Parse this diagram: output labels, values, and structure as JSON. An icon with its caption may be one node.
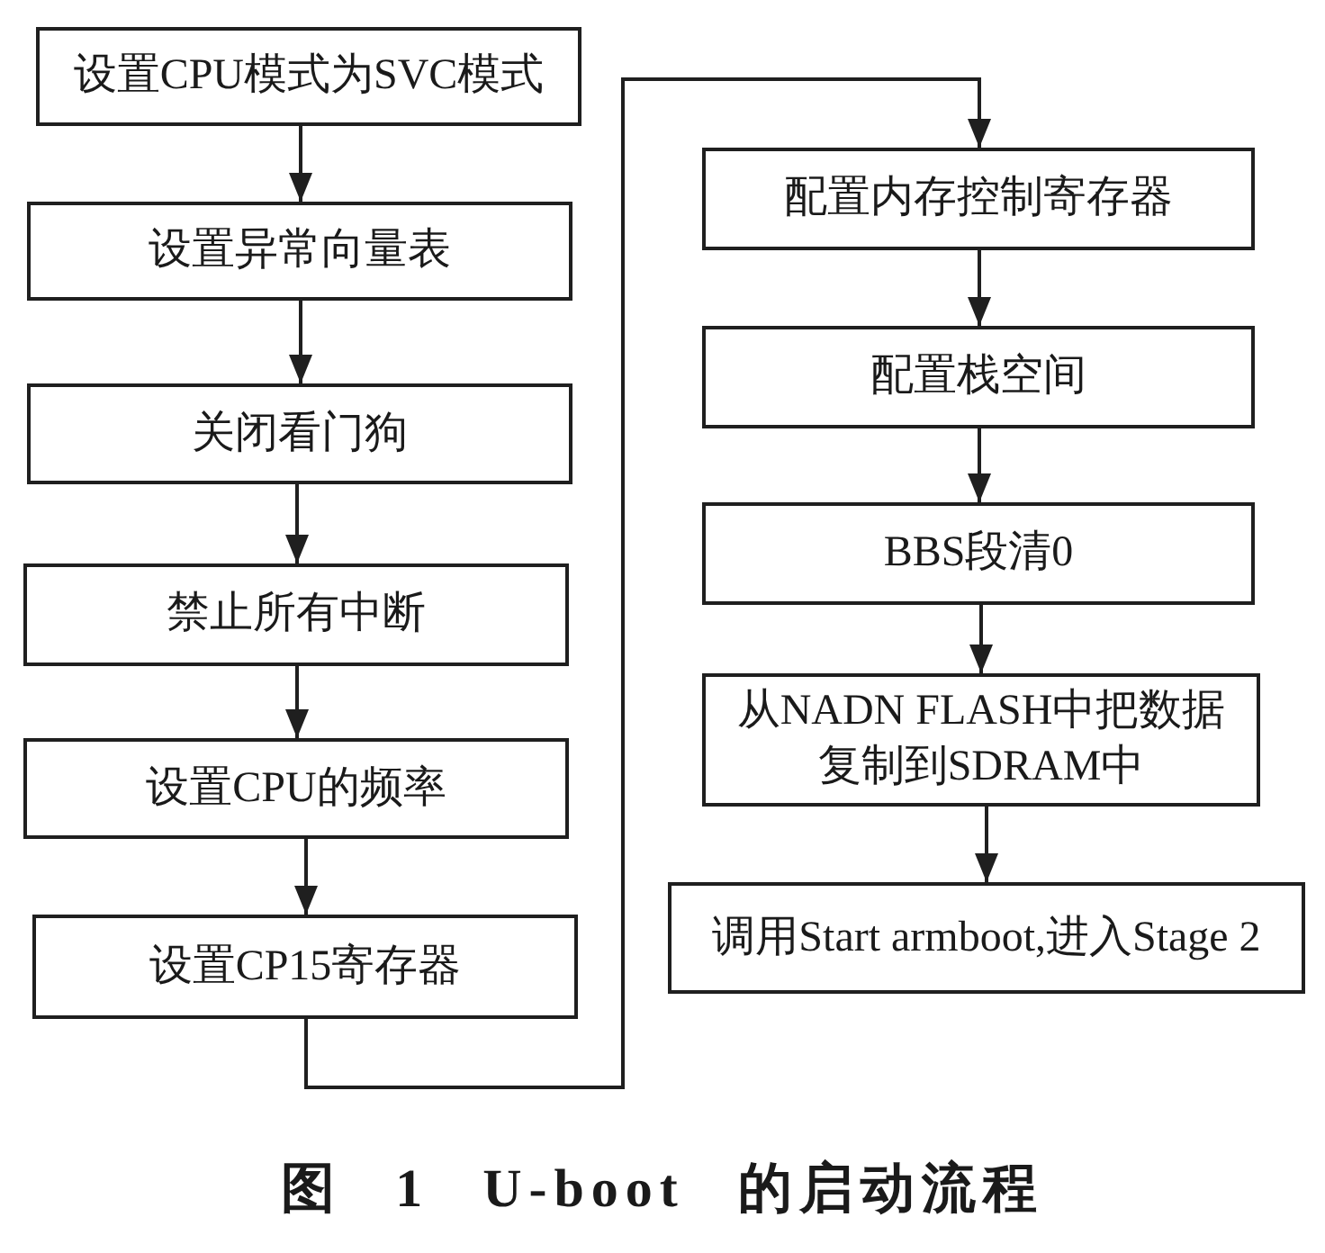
{
  "diagram": {
    "caption": "图 1 U-boot 的启动流程",
    "nodes": [
      {
        "text": [
          "设置CPU模式为SVC模式"
        ]
      },
      {
        "text": [
          "设置异常向量表"
        ]
      },
      {
        "text": [
          "关闭看门狗"
        ]
      },
      {
        "text": [
          "禁止所有中断"
        ]
      },
      {
        "text": [
          "设置CPU的频率"
        ]
      },
      {
        "text": [
          "设置CP15寄存器"
        ]
      },
      {
        "text": [
          "配置内存控制寄存器"
        ]
      },
      {
        "text": [
          "配置栈空间"
        ]
      },
      {
        "text": [
          "BBS段清0"
        ]
      },
      {
        "text": [
          "从NADN FLASH中把数据复制到SDRAM中"
        ]
      },
      {
        "text": [
          "调用Start armboot,进入Stage 2"
        ]
      }
    ],
    "edges": [
      {
        "from": 0,
        "to": 1,
        "arrow": "to"
      },
      {
        "from": 1,
        "to": 2,
        "arrow": "to"
      },
      {
        "from": 2,
        "to": 3,
        "arrow": "to"
      },
      {
        "from": 3,
        "to": 4,
        "arrow": "to"
      },
      {
        "from": 4,
        "to": 5,
        "arrow": "to"
      },
      {
        "from": 5,
        "to": 6,
        "arrow": "to"
      },
      {
        "from": 6,
        "to": 7,
        "arrow": "to"
      },
      {
        "from": 7,
        "to": 8,
        "arrow": "to"
      },
      {
        "from": 8,
        "to": 9,
        "arrow": "to"
      },
      {
        "from": 9,
        "to": 10,
        "arrow": "to"
      }
    ]
  }
}
